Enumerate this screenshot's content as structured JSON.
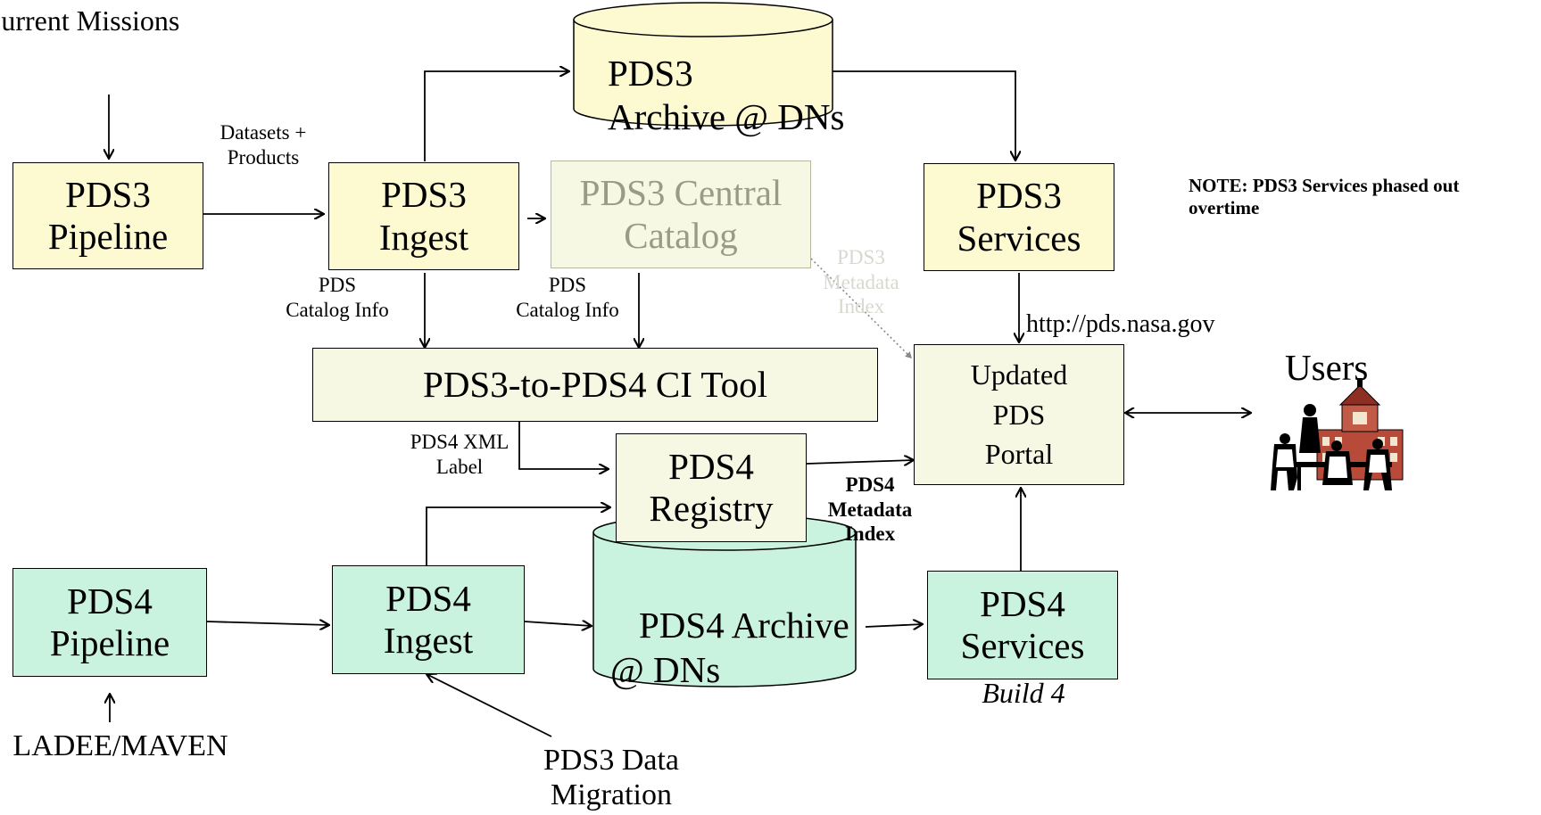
{
  "header_text": "Current Missions",
  "boxes": {
    "pds3_pipeline": "PDS3\nPipeline",
    "pds3_ingest": "PDS3\nIngest",
    "pds3_central_catalog": "PDS3 Central\nCatalog",
    "pds3_services": "PDS3\nServices",
    "ci_tool": "PDS3-to-PDS4 CI Tool",
    "pds4_registry": "PDS4\nRegistry",
    "updated_portal": "Updated\nPDS\nPortal",
    "pds4_pipeline": "PDS4\nPipeline",
    "pds4_ingest": "PDS4\nIngest",
    "pds4_services": "PDS4\nServices"
  },
  "cylinders": {
    "pds3_archive": "PDS3\nArchive @ DNs",
    "pds4_archive_line1": "PDS4 Archive",
    "pds4_archive_line2": "@ DNs"
  },
  "labels": {
    "datasets_products": "Datasets +\nProducts",
    "pds_catalog_info_1": "PDS\nCatalog Info",
    "pds_catalog_info_2": "PDS\nCatalog Info",
    "pds3_metadata_index": "PDS3\nMetadata\nIndex",
    "url": "http://pds.nasa.gov",
    "users": "Users",
    "note": "NOTE: PDS3 Services phased out\novertime",
    "pds4_xml_label": "PDS4 XML\nLabel",
    "pds4_metadata_index": "PDS4\nMetadata\nIndex",
    "build4": "Build 4",
    "ladee_maven": "LADEE/MAVEN",
    "pds3_data_migration": "PDS3 Data\nMigration"
  },
  "colors": {
    "pds3_fill": "#fdf9d1",
    "ci_fill": "#f6f8e3",
    "pds4_fill": "#c9f2df",
    "catalog_text": "#9a9a8a",
    "faded_label": "#d8d8d0"
  }
}
